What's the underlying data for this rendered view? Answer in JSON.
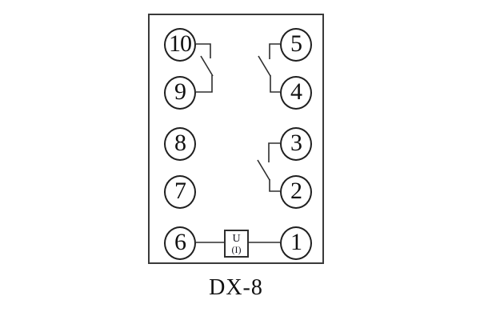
{
  "diagram": {
    "caption": "DX-8",
    "pins": {
      "left": [
        "10",
        "9",
        "8",
        "7",
        "6"
      ],
      "right": [
        "5",
        "4",
        "3",
        "2",
        "1"
      ]
    },
    "component_box": {
      "line1": "U",
      "line2": "(I)"
    },
    "contacts": [
      {
        "pins": [
          "10",
          "9"
        ],
        "type": "normally-open-switch"
      },
      {
        "pins": [
          "5",
          "4"
        ],
        "type": "normally-open-switch"
      },
      {
        "pins": [
          "3",
          "2"
        ],
        "type": "normally-open-switch"
      },
      {
        "pins": [
          "6",
          "1"
        ],
        "type": "series-element",
        "through": "U(I)"
      }
    ],
    "colors": {
      "line": "#2e2e2e",
      "panel_border": "#3a3a3a",
      "background": "#ffffff",
      "text": "#111111"
    }
  }
}
